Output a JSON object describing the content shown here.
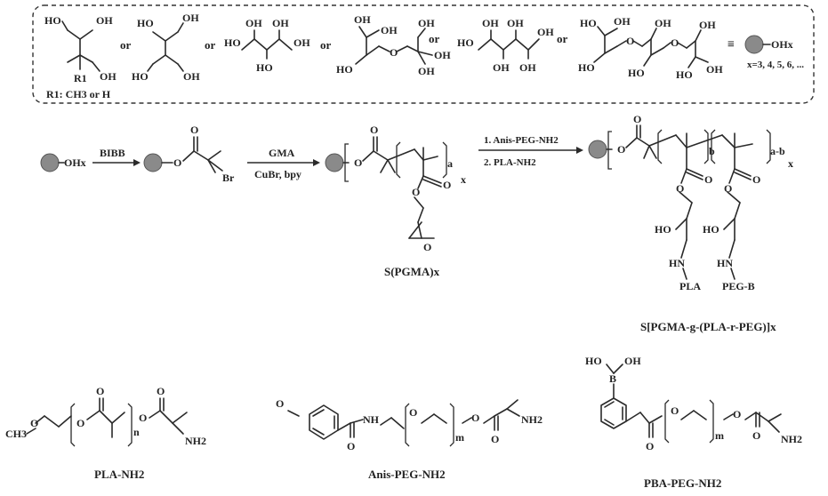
{
  "core_box": {
    "r1_note": "R1: CH3 or H",
    "or_label": "or",
    "equiv_symbol": "≡",
    "core_group": "OHx",
    "x_values": "x=3, 4, 5, 6, ...",
    "r1_label": "R1",
    "oh": "OH",
    "ho": "HO",
    "o": "O"
  },
  "reaction": {
    "start": "OHx",
    "step1_reagent": "BIBB",
    "br": "Br",
    "step2_reagent_top": "GMA",
    "step2_reagent_bottom": "CuBr, bpy",
    "subscript_a": "a",
    "subscript_x": "x",
    "intermediate_label": "S(PGMA)x",
    "step3_reagent_1": "1. Anis-PEG-NH2",
    "step3_reagent_2": "2. PLA-NH2",
    "subscript_b": "b",
    "subscript_amb": "a-b",
    "ho": "HO",
    "hn": "HN",
    "pla": "PLA",
    "peg_b": "PEG-B",
    "product_label": "S[PGMA-g-(PLA-r-PEG)]x"
  },
  "reagents": [
    {
      "label": "PLA-NH2",
      "end_left": "CH3",
      "n": "n",
      "nh2": "NH2"
    },
    {
      "label": "Anis-PEG-NH2",
      "nh": "NH",
      "m": "m",
      "nh2": "NH2"
    },
    {
      "label": "PBA-PEG-NH2",
      "b": "B",
      "oh": "OH",
      "ho": "HO",
      "m": "m",
      "nh2": "NH2"
    }
  ]
}
